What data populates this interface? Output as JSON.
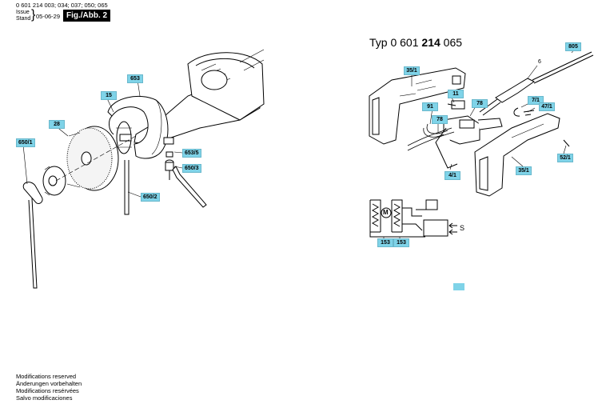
{
  "header": {
    "part_numbers": "0 601 214 003; 034; 037; 050; 065",
    "issue_label": "Issue",
    "stand_label": "Stand",
    "date": "05-06-29",
    "figure_label": "Fig./Abb. 2"
  },
  "type_heading": {
    "prefix": "Typ",
    "number_start": "0 601",
    "number_bold": "214",
    "number_end": "065"
  },
  "part_labels": {
    "p653": "653",
    "p15": "15",
    "p28": "28",
    "p650_1": "650/1",
    "p653_5": "653/5",
    "p650_3": "650/3",
    "p650_2": "650/2",
    "p805": "805",
    "p6": "6",
    "p35_1_top": "35/1",
    "p11": "11",
    "p91": "91",
    "p78_a": "78",
    "p78_b": "78",
    "p7_1": "7/1",
    "p47_1": "47/1",
    "p4_1": "4/1",
    "p35_1_bottom": "35/1",
    "p52_1": "52/1",
    "p153_a": "153",
    "p153_b": "153",
    "motor_symbol": "M",
    "switch_symbol": "S"
  },
  "footer": {
    "lines": [
      "Modifications reserved",
      "Änderungen vorbehalten",
      "Modifications resérvées",
      "Salvo modificaciones"
    ]
  },
  "colors": {
    "callout": "#7fd3e8",
    "ink": "#000000"
  }
}
